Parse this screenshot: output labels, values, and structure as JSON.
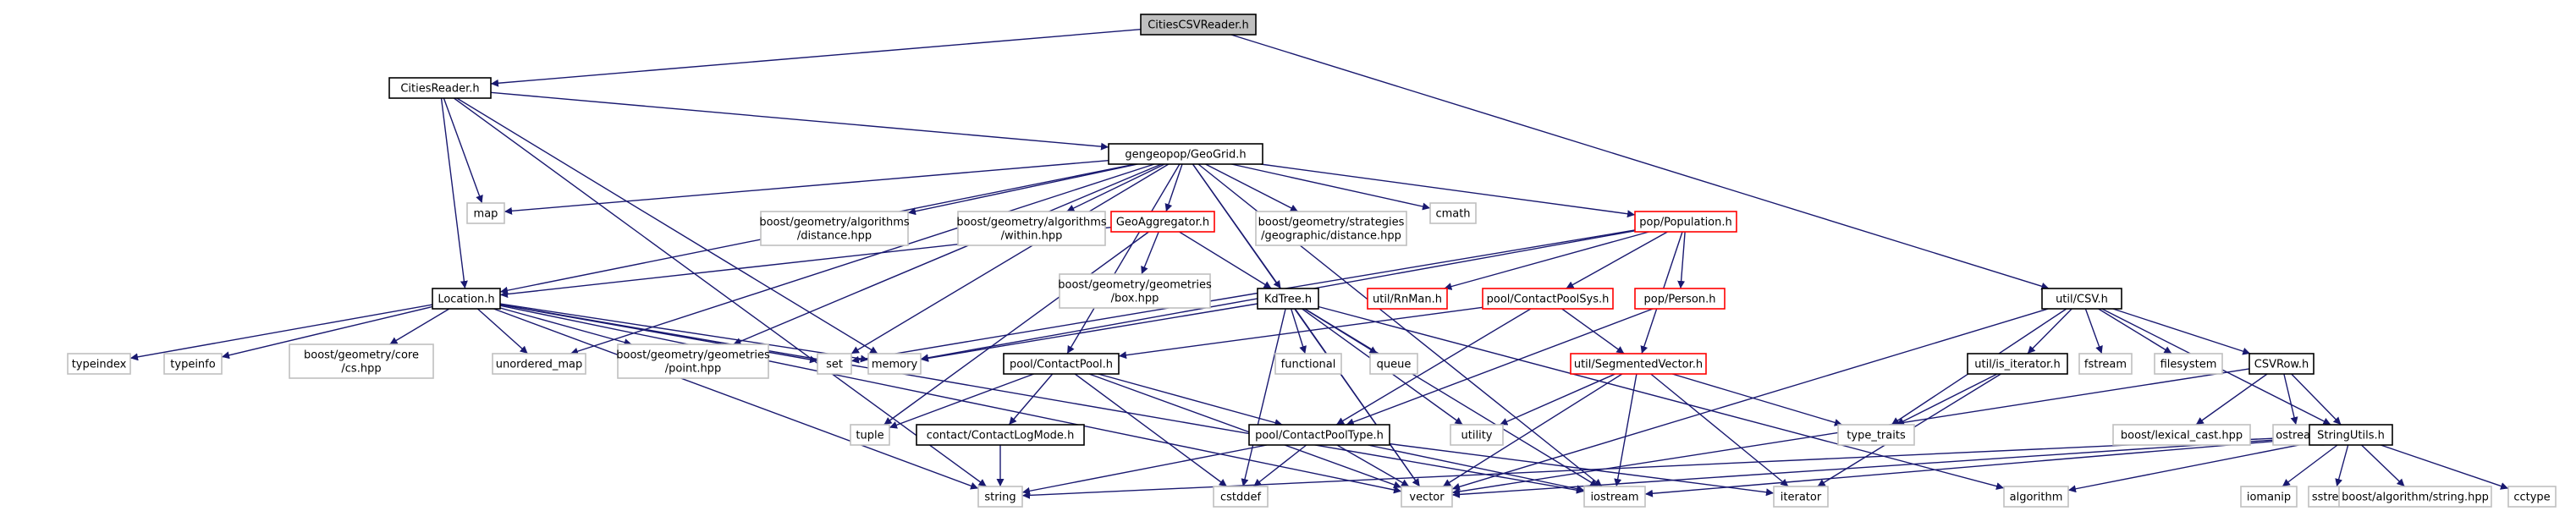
{
  "colors": {
    "edge": "#191970",
    "root_fill": "#bfbfbf",
    "node_border": "#000000",
    "external_border": "#bfbfbf",
    "incomplete_border": "#ff0000",
    "text": "#000000"
  },
  "nodes": [
    {
      "id": "csvreader",
      "lines": [
        "CitiesCSVReader.h"
      ],
      "style": "root"
    },
    {
      "id": "citiesreader",
      "lines": [
        "CitiesReader.h"
      ],
      "style": "normal"
    },
    {
      "id": "geogrid",
      "lines": [
        "gengeopop/GeoGrid.h"
      ],
      "style": "normal"
    },
    {
      "id": "utilcsv",
      "lines": [
        "util/CSV.h"
      ],
      "style": "normal"
    },
    {
      "id": "map",
      "lines": [
        "map"
      ],
      "style": "external"
    },
    {
      "id": "bg_distance",
      "lines": [
        "boost/geometry/algorithms",
        "/distance.hpp"
      ],
      "style": "external"
    },
    {
      "id": "bg_within",
      "lines": [
        "boost/geometry/algorithms",
        "/within.hpp"
      ],
      "style": "external"
    },
    {
      "id": "geoaggregator",
      "lines": [
        "GeoAggregator.h"
      ],
      "style": "incomplete"
    },
    {
      "id": "bg_strategies",
      "lines": [
        "boost/geometry/strategies",
        "/geographic/distance.hpp"
      ],
      "style": "external"
    },
    {
      "id": "cmath",
      "lines": [
        "cmath"
      ],
      "style": "external"
    },
    {
      "id": "population",
      "lines": [
        "pop/Population.h"
      ],
      "style": "incomplete"
    },
    {
      "id": "location",
      "lines": [
        "Location.h"
      ],
      "style": "normal"
    },
    {
      "id": "bg_box",
      "lines": [
        "boost/geometry/geometries",
        "/box.hpp"
      ],
      "style": "external"
    },
    {
      "id": "kdtree",
      "lines": [
        "KdTree.h"
      ],
      "style": "normal"
    },
    {
      "id": "rnman",
      "lines": [
        "util/RnMan.h"
      ],
      "style": "incomplete"
    },
    {
      "id": "contactpoolsys",
      "lines": [
        "pool/ContactPoolSys.h"
      ],
      "style": "incomplete"
    },
    {
      "id": "person",
      "lines": [
        "pop/Person.h"
      ],
      "style": "incomplete"
    },
    {
      "id": "is_iterator",
      "lines": [
        "util/is_iterator.h"
      ],
      "style": "normal"
    },
    {
      "id": "fstream",
      "lines": [
        "fstream"
      ],
      "style": "external"
    },
    {
      "id": "filesystem",
      "lines": [
        "filesystem"
      ],
      "style": "external"
    },
    {
      "id": "csvrow",
      "lines": [
        "CSVRow.h"
      ],
      "style": "normal"
    },
    {
      "id": "typeindex",
      "lines": [
        "typeindex"
      ],
      "style": "external"
    },
    {
      "id": "typeinfo",
      "lines": [
        "typeinfo"
      ],
      "style": "external"
    },
    {
      "id": "bg_cs",
      "lines": [
        "boost/geometry/core",
        "/cs.hpp"
      ],
      "style": "external"
    },
    {
      "id": "unordered_map",
      "lines": [
        "unordered_map"
      ],
      "style": "external"
    },
    {
      "id": "bg_point",
      "lines": [
        "boost/geometry/geometries",
        "/point.hpp"
      ],
      "style": "external"
    },
    {
      "id": "set",
      "lines": [
        "set"
      ],
      "style": "external"
    },
    {
      "id": "memory",
      "lines": [
        "memory"
      ],
      "style": "external"
    },
    {
      "id": "functional",
      "lines": [
        "functional"
      ],
      "style": "external"
    },
    {
      "id": "queue",
      "lines": [
        "queue"
      ],
      "style": "external"
    },
    {
      "id": "contactpool",
      "lines": [
        "pool/ContactPool.h"
      ],
      "style": "normal"
    },
    {
      "id": "segmentedvector",
      "lines": [
        "util/SegmentedVector.h"
      ],
      "style": "incomplete"
    },
    {
      "id": "tuple",
      "lines": [
        "tuple"
      ],
      "style": "external"
    },
    {
      "id": "contactlogmode",
      "lines": [
        "contact/ContactLogMode.h"
      ],
      "style": "normal"
    },
    {
      "id": "utility",
      "lines": [
        "utility"
      ],
      "style": "external"
    },
    {
      "id": "contactpooltype",
      "lines": [
        "pool/ContactPoolType.h"
      ],
      "style": "normal"
    },
    {
      "id": "type_traits",
      "lines": [
        "type_traits"
      ],
      "style": "external"
    },
    {
      "id": "lexical_cast",
      "lines": [
        "boost/lexical_cast.hpp"
      ],
      "style": "external"
    },
    {
      "id": "ostream",
      "lines": [
        "ostream"
      ],
      "style": "external"
    },
    {
      "id": "stringutils",
      "lines": [
        "StringUtils.h"
      ],
      "style": "normal"
    },
    {
      "id": "string",
      "lines": [
        "string"
      ],
      "style": "external"
    },
    {
      "id": "cstddef",
      "lines": [
        "cstddef"
      ],
      "style": "external"
    },
    {
      "id": "vector",
      "lines": [
        "vector"
      ],
      "style": "external"
    },
    {
      "id": "iostream",
      "lines": [
        "iostream"
      ],
      "style": "external"
    },
    {
      "id": "iterator",
      "lines": [
        "iterator"
      ],
      "style": "external"
    },
    {
      "id": "algorithm",
      "lines": [
        "algorithm"
      ],
      "style": "external"
    },
    {
      "id": "iomanip",
      "lines": [
        "iomanip"
      ],
      "style": "external"
    },
    {
      "id": "sstream",
      "lines": [
        "sstream"
      ],
      "style": "external"
    },
    {
      "id": "bg_string",
      "lines": [
        "boost/algorithm/string.hpp"
      ],
      "style": "external"
    },
    {
      "id": "cctype",
      "lines": [
        "cctype"
      ],
      "style": "external"
    }
  ],
  "edges": [
    [
      "csvreader",
      "citiesreader"
    ],
    [
      "csvreader",
      "utilcsv"
    ],
    [
      "citiesreader",
      "geogrid"
    ],
    [
      "citiesreader",
      "map"
    ],
    [
      "citiesreader",
      "location"
    ],
    [
      "citiesreader",
      "memory"
    ],
    [
      "citiesreader",
      "string"
    ],
    [
      "geogrid",
      "map"
    ],
    [
      "geogrid",
      "bg_distance"
    ],
    [
      "geogrid",
      "bg_within"
    ],
    [
      "geogrid",
      "geoaggregator"
    ],
    [
      "geogrid",
      "bg_strategies"
    ],
    [
      "geogrid",
      "cmath"
    ],
    [
      "geogrid",
      "population"
    ],
    [
      "geogrid",
      "location"
    ],
    [
      "geogrid",
      "kdtree"
    ],
    [
      "geogrid",
      "unordered_map"
    ],
    [
      "geogrid",
      "bg_point"
    ],
    [
      "geogrid",
      "set"
    ],
    [
      "geogrid",
      "contactpool"
    ],
    [
      "geogrid",
      "vector"
    ],
    [
      "geogrid",
      "iostream"
    ],
    [
      "geoaggregator",
      "location"
    ],
    [
      "geoaggregator",
      "bg_box"
    ],
    [
      "geoaggregator",
      "kdtree"
    ],
    [
      "geoaggregator",
      "tuple"
    ],
    [
      "population",
      "rnman"
    ],
    [
      "population",
      "contactpoolsys"
    ],
    [
      "population",
      "person"
    ],
    [
      "population",
      "segmentedvector"
    ],
    [
      "population",
      "memory"
    ],
    [
      "population",
      "set"
    ],
    [
      "location",
      "typeindex"
    ],
    [
      "location",
      "typeinfo"
    ],
    [
      "location",
      "bg_cs"
    ],
    [
      "location",
      "unordered_map"
    ],
    [
      "location",
      "bg_point"
    ],
    [
      "location",
      "set"
    ],
    [
      "location",
      "memory"
    ],
    [
      "location",
      "string"
    ],
    [
      "location",
      "vector"
    ],
    [
      "location",
      "iostream"
    ],
    [
      "kdtree",
      "memory"
    ],
    [
      "kdtree",
      "functional"
    ],
    [
      "kdtree",
      "queue"
    ],
    [
      "kdtree",
      "utility"
    ],
    [
      "kdtree",
      "cstddef"
    ],
    [
      "kdtree",
      "vector"
    ],
    [
      "kdtree",
      "iostream"
    ],
    [
      "kdtree",
      "algorithm"
    ],
    [
      "contactpoolsys",
      "contactpool"
    ],
    [
      "contactpoolsys",
      "contactpooltype"
    ],
    [
      "contactpoolsys",
      "segmentedvector"
    ],
    [
      "person",
      "contactpooltype"
    ],
    [
      "contactpool",
      "tuple"
    ],
    [
      "contactpool",
      "contactlogmode"
    ],
    [
      "contactpool",
      "contactpooltype"
    ],
    [
      "contactpool",
      "cstddef"
    ],
    [
      "contactpool",
      "vector"
    ],
    [
      "contactlogmode",
      "string"
    ],
    [
      "segmentedvector",
      "utility"
    ],
    [
      "segmentedvector",
      "type_traits"
    ],
    [
      "segmentedvector",
      "vector"
    ],
    [
      "segmentedvector",
      "iostream"
    ],
    [
      "segmentedvector",
      "iterator"
    ],
    [
      "contactpooltype",
      "string"
    ],
    [
      "contactpooltype",
      "cstddef"
    ],
    [
      "contactpooltype",
      "vector"
    ],
    [
      "contactpooltype",
      "iostream"
    ],
    [
      "contactpooltype",
      "iterator"
    ],
    [
      "utilcsv",
      "is_iterator"
    ],
    [
      "utilcsv",
      "fstream"
    ],
    [
      "utilcsv",
      "filesystem"
    ],
    [
      "utilcsv",
      "csvrow"
    ],
    [
      "utilcsv",
      "stringutils"
    ],
    [
      "utilcsv",
      "type_traits"
    ],
    [
      "utilcsv",
      "vector"
    ],
    [
      "is_iterator",
      "type_traits"
    ],
    [
      "is_iterator",
      "iterator"
    ],
    [
      "csvrow",
      "lexical_cast"
    ],
    [
      "csvrow",
      "ostream"
    ],
    [
      "csvrow",
      "stringutils"
    ],
    [
      "csvrow",
      "vector"
    ],
    [
      "stringutils",
      "string"
    ],
    [
      "stringutils",
      "vector"
    ],
    [
      "stringutils",
      "algorithm"
    ],
    [
      "stringutils",
      "iomanip"
    ],
    [
      "stringutils",
      "sstream"
    ],
    [
      "stringutils",
      "bg_string"
    ],
    [
      "stringutils",
      "cctype"
    ],
    [
      "stringutils",
      "iostream"
    ]
  ]
}
